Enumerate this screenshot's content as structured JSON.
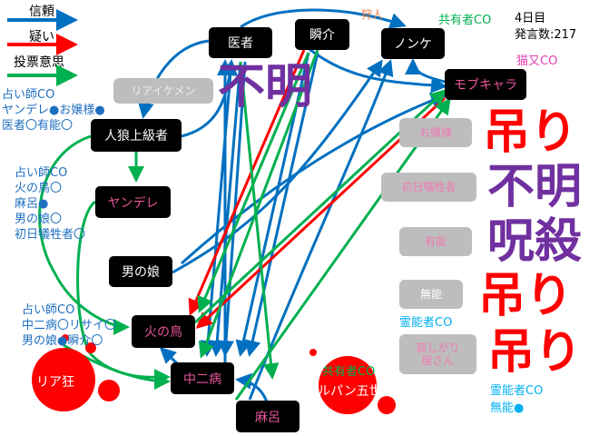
{
  "legend": {
    "trust": "信頼",
    "doubt": "疑い",
    "vote": "投票意思"
  },
  "colors": {
    "trust": "#0070c0",
    "doubt": "#ff0000",
    "vote": "#00b050",
    "verdict_purple": "#7030a0"
  },
  "info": {
    "day": "4日目",
    "posts": "発言数:217"
  },
  "nodes": {
    "isha": "医者",
    "shunsuke": "瞬介",
    "nonke": "ノンケ",
    "mob": "モブキャラ",
    "jinro": "人狼上級者",
    "yandere": "ヤンデレ",
    "otokonoko": "男の娘",
    "hinotori": "火の鳥",
    "chuni": "中二病",
    "maro": "麻呂"
  },
  "dead": {
    "ikemen": "リアイケメン",
    "ojousama": "お嬢様",
    "shonichi": "初日犠牲者",
    "yuno": "有能",
    "muno": "無能",
    "samishigari": "寂しがり\n屋さん",
    "riakyo": "リア狂",
    "lupin": "ルパン五世"
  },
  "verdicts": {
    "v1": "不明",
    "v2": "吊り",
    "v3": "不明",
    "v4": "呪殺",
    "v5": "吊り",
    "v6": "吊り"
  },
  "role_labels": {
    "hunter": "狩人",
    "mason_top": "共有者CO",
    "nekomata": "猫又CO",
    "mason_lupin": "共有者CO",
    "medium1": "霊能者CO",
    "medium2": "霊能者CO\n無能●"
  },
  "notes": {
    "seer1": "占い師CO\nヤンデレ●お嬢様●\n医者〇有能〇",
    "seer2": "占い師CO\n火の鳥〇\n麻呂●\n男の娘〇\n初日犠牲者〇",
    "seer3": "占い師CO\n中二病〇リサイ〇\n男の娘●瞬介〇"
  }
}
